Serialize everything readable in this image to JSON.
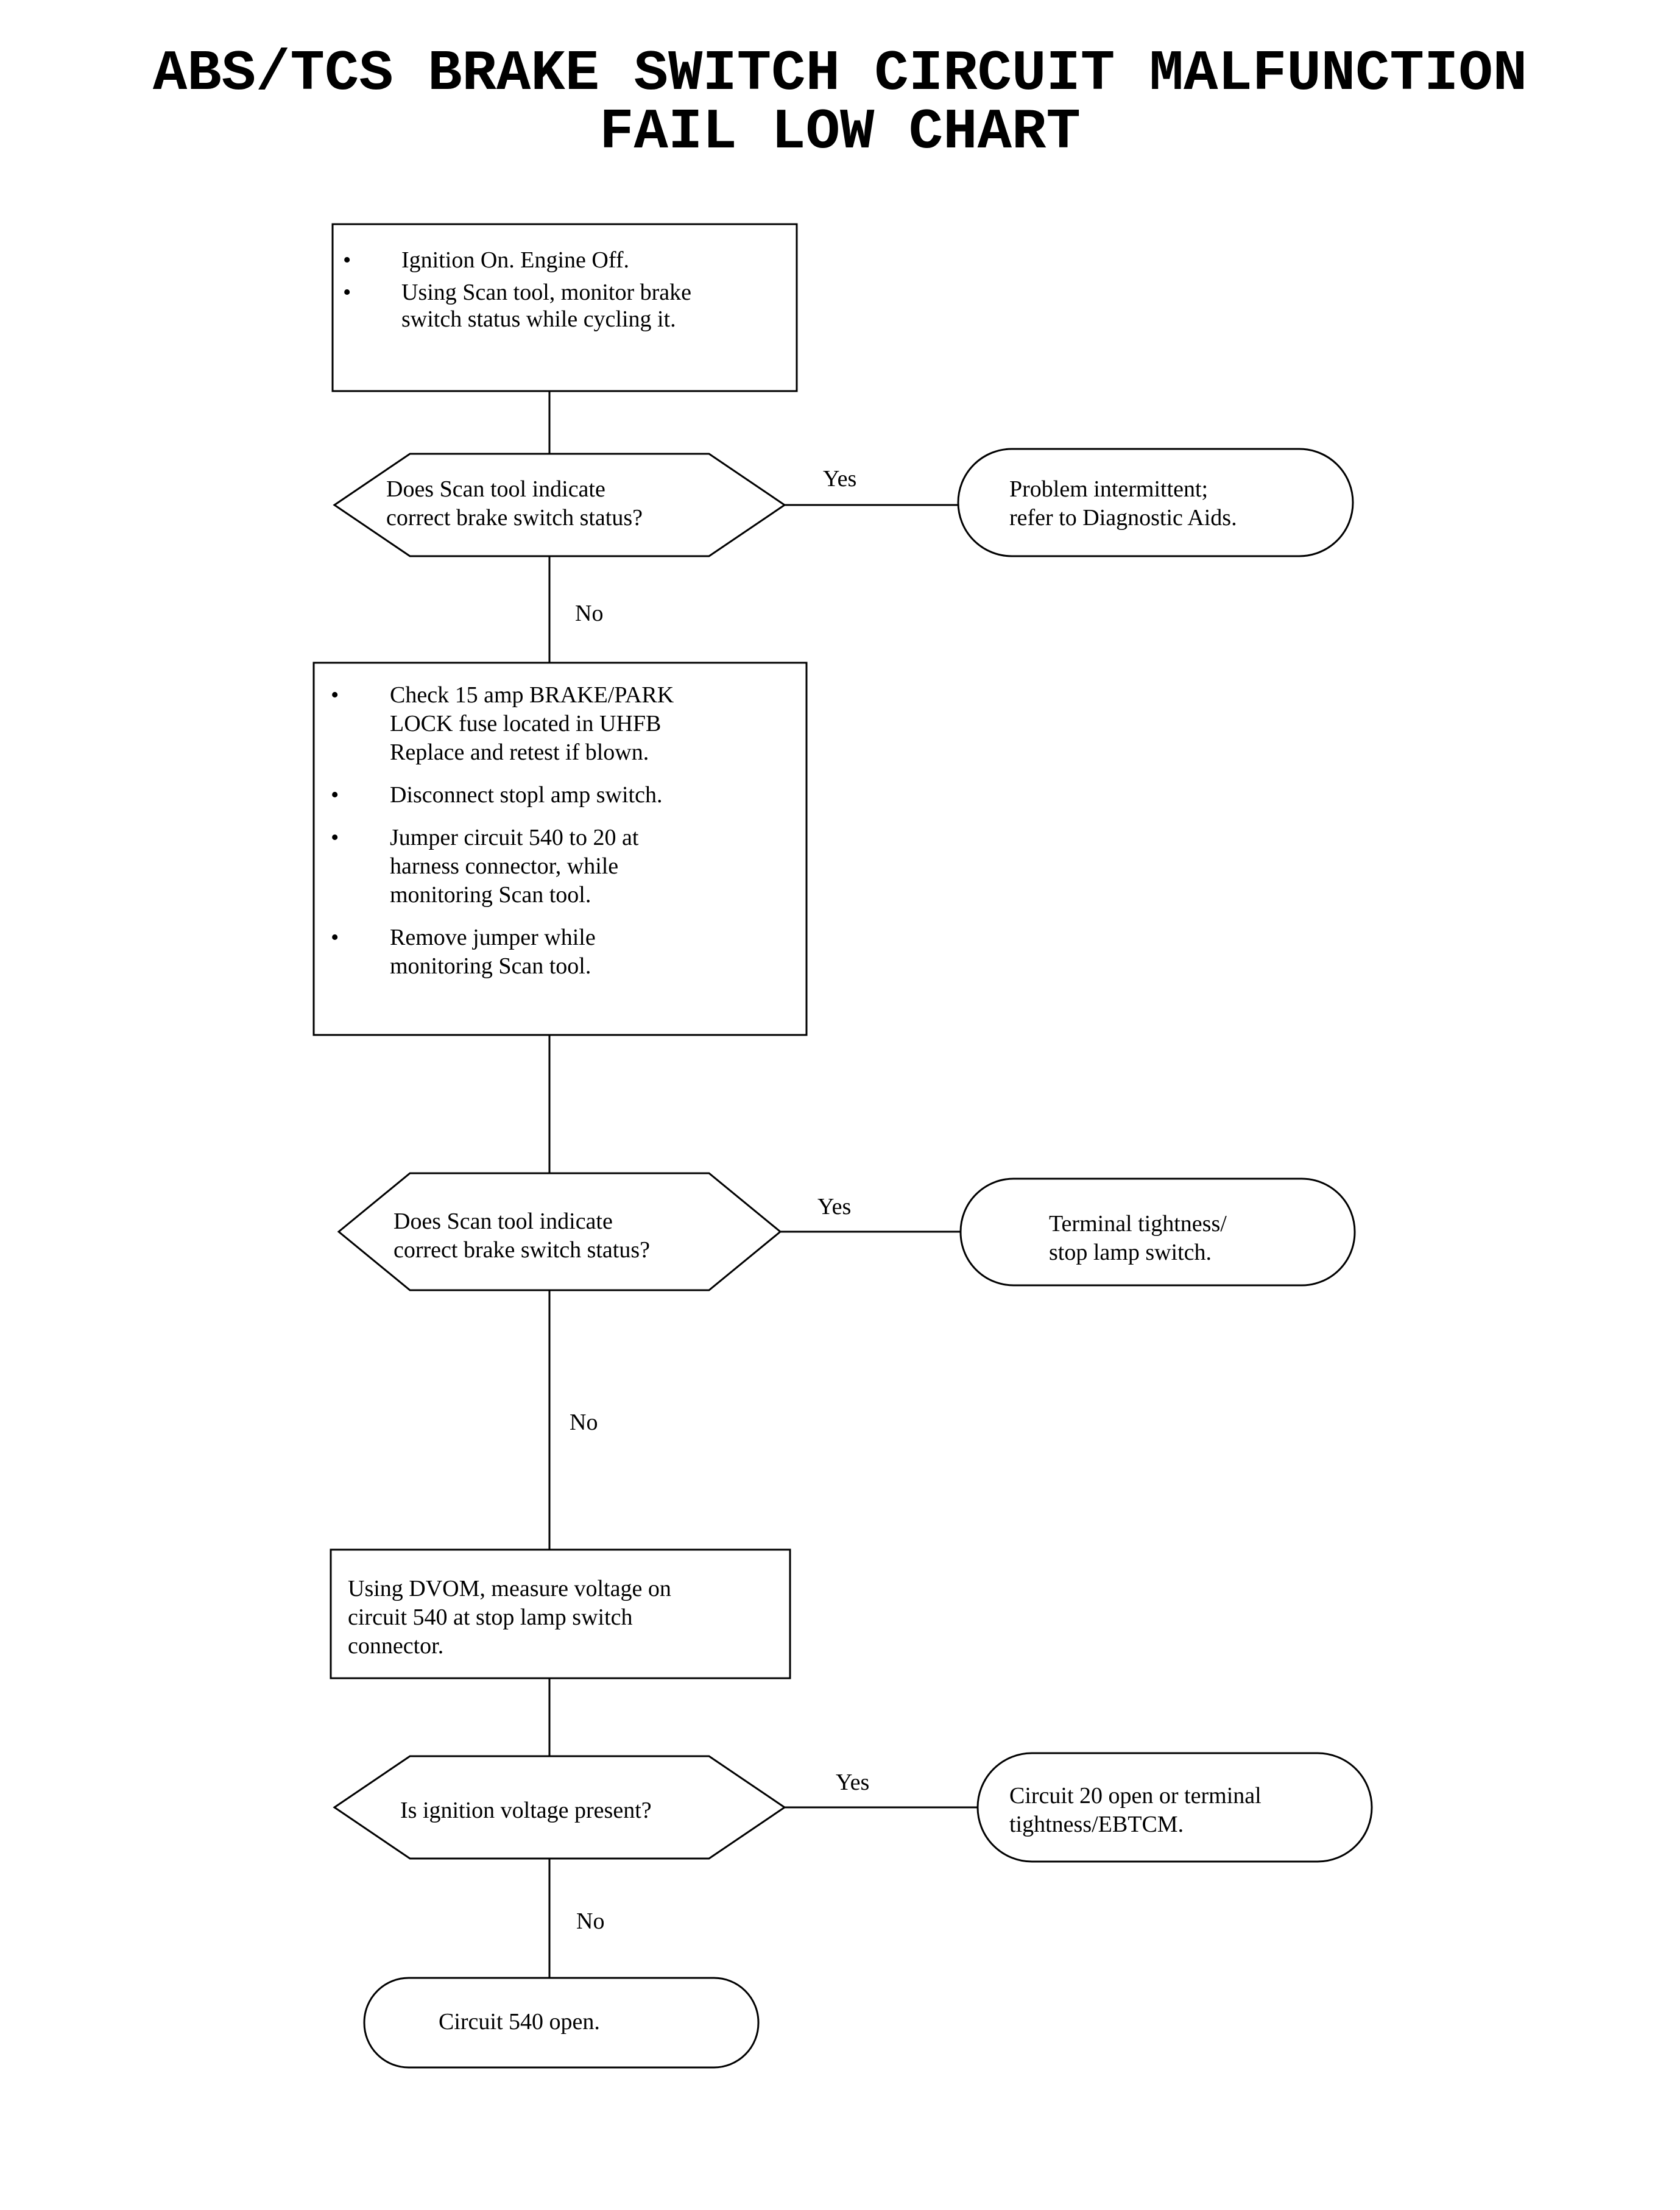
{
  "title": {
    "line1": "ABS/TCS BRAKE SWITCH CIRCUIT MALFUNCTION",
    "line2": "FAIL LOW CHART"
  },
  "bullet_glyph": "•",
  "steps": {
    "step1": {
      "items": [
        [
          "Ignition On. Engine Off."
        ],
        [
          "Using Scan tool, monitor brake",
          "switch status while cycling it."
        ]
      ]
    },
    "decision1": {
      "lines": [
        "Does Scan tool indicate",
        "correct brake switch status?"
      ]
    },
    "result1": {
      "lines": [
        "Problem intermittent;",
        "refer to Diagnostic Aids."
      ]
    },
    "step2": {
      "items": [
        [
          "Check 15 amp BRAKE/PARK",
          "LOCK fuse located in UHFB",
          "Replace and retest if blown."
        ],
        [
          "Disconnect stopl amp switch."
        ],
        [
          "Jumper circuit 540 to 20 at",
          "harness connector, while",
          "monitoring Scan tool."
        ],
        [
          "Remove jumper while",
          "monitoring Scan tool."
        ]
      ]
    },
    "decision2": {
      "lines": [
        "Does Scan tool indicate",
        "correct brake switch status?"
      ]
    },
    "result2": {
      "lines": [
        "Terminal tightness/",
        "stop lamp switch."
      ]
    },
    "step3": {
      "lines": [
        "Using DVOM, measure voltage on",
        "circuit 540 at stop lamp switch",
        "connector."
      ]
    },
    "decision3": {
      "lines": [
        "Is ignition voltage present?"
      ]
    },
    "result3": {
      "lines": [
        "Circuit 20 open or terminal",
        "tightness/EBTCM."
      ]
    },
    "result4": {
      "lines": [
        "Circuit 540 open."
      ]
    }
  },
  "edge_labels": {
    "yes": "Yes",
    "no": "No"
  }
}
